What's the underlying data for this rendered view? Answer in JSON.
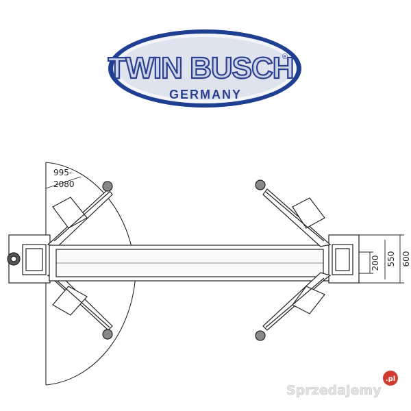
{
  "logo": {
    "brand": "TWIN BUSCH",
    "registered": "®",
    "country": "GERMANY",
    "colors": {
      "ring": "#1f3f93",
      "fill": "#e8ebf3",
      "text": "#2a3f8f"
    }
  },
  "drawing": {
    "arm_swing_range": "995-",
    "arm_swing_range_2": "2080",
    "dimensions": [
      "200",
      "550",
      "600"
    ]
  },
  "watermark": {
    "text": "Sprzedajemy",
    "suffix": ".pl"
  }
}
